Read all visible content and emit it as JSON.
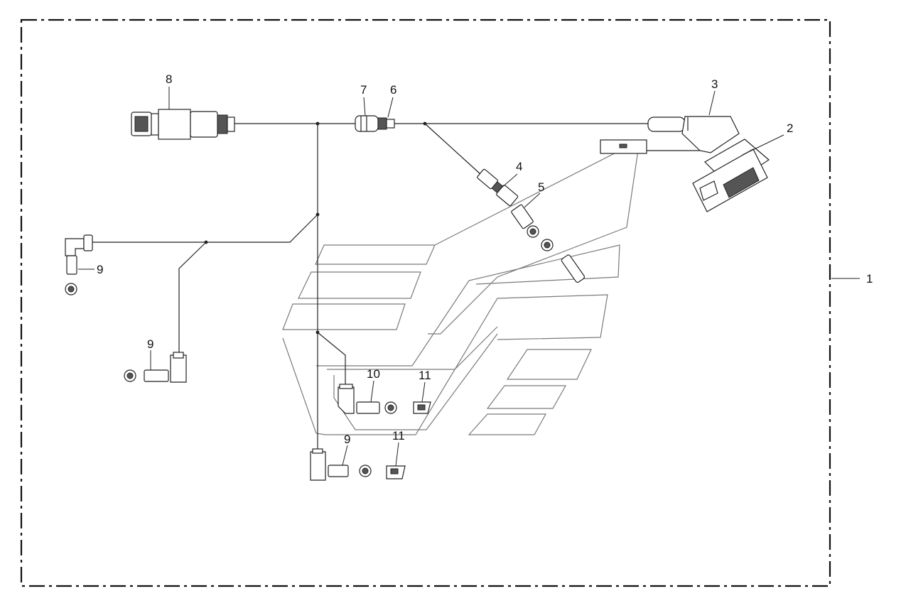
{
  "callouts": {
    "c1": "1",
    "c2": "2",
    "c3": "3",
    "c4": "4",
    "c5": "5",
    "c6": "6",
    "c7": "7",
    "c8": "8",
    "c9a": "9",
    "c9b": "9",
    "c9c": "9",
    "c10": "10",
    "c11a": "11",
    "c11b": "11"
  },
  "colors": {
    "line": "#222222",
    "panel_outline": "#7a7a7a",
    "background": "#ffffff"
  }
}
